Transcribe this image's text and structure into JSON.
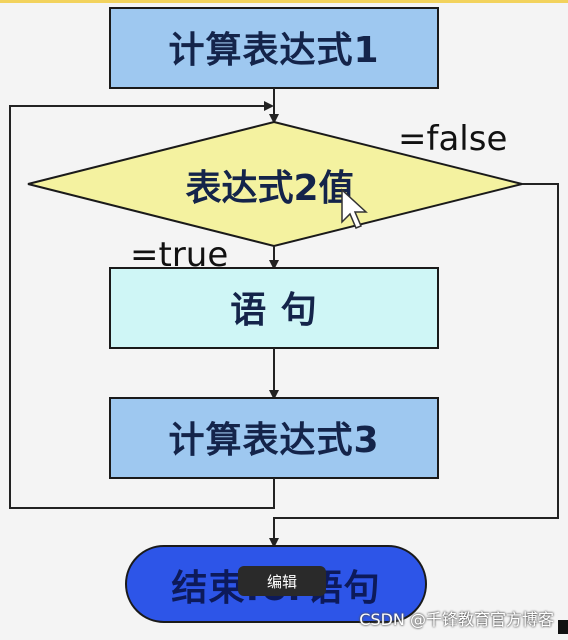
{
  "flowchart": {
    "box1_label": "计算表达式1",
    "condition_label": "表达式2值",
    "false_label": "=false",
    "true_label": "=true",
    "statement_label": "语 句",
    "box3_label": "计算表达式3",
    "end_label": "结束for语句"
  },
  "overlay": {
    "edit_label": "编辑",
    "watermark": "CSDN @千锋教育官方博客"
  },
  "colors": {
    "box_blue": "#9ec8f0",
    "diamond_yellow": "#f4f2a0",
    "statement_cyan": "#cff6f6",
    "end_blue": "#2d55e8"
  }
}
